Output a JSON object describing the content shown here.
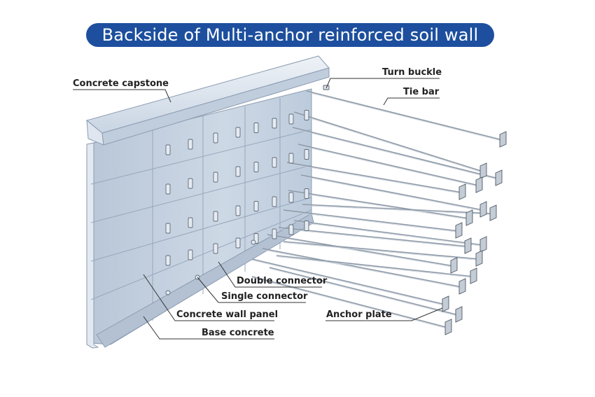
{
  "title": "Backside of Multi-anchor reinforced soil wall",
  "labels": {
    "concrete_capstone": "Concrete capstone",
    "turn_buckle": "Turn buckle",
    "tie_bar": "Tie bar",
    "double_connector": "Double connector",
    "single_connector": "Single connector",
    "concrete_wall_panel": "Concrete wall panel",
    "base_concrete": "Base concrete",
    "anchor_plate": "Anchor plate"
  },
  "colors": {
    "title_background": "#1d4f9e",
    "title_text": "#ffffff",
    "wall_face": "#c7d3e2",
    "wall_shadow": "#a9b8cb",
    "capstone": "#d9e2ed",
    "tie_bar": "#8e9aa8",
    "leader_line": "#333333"
  }
}
